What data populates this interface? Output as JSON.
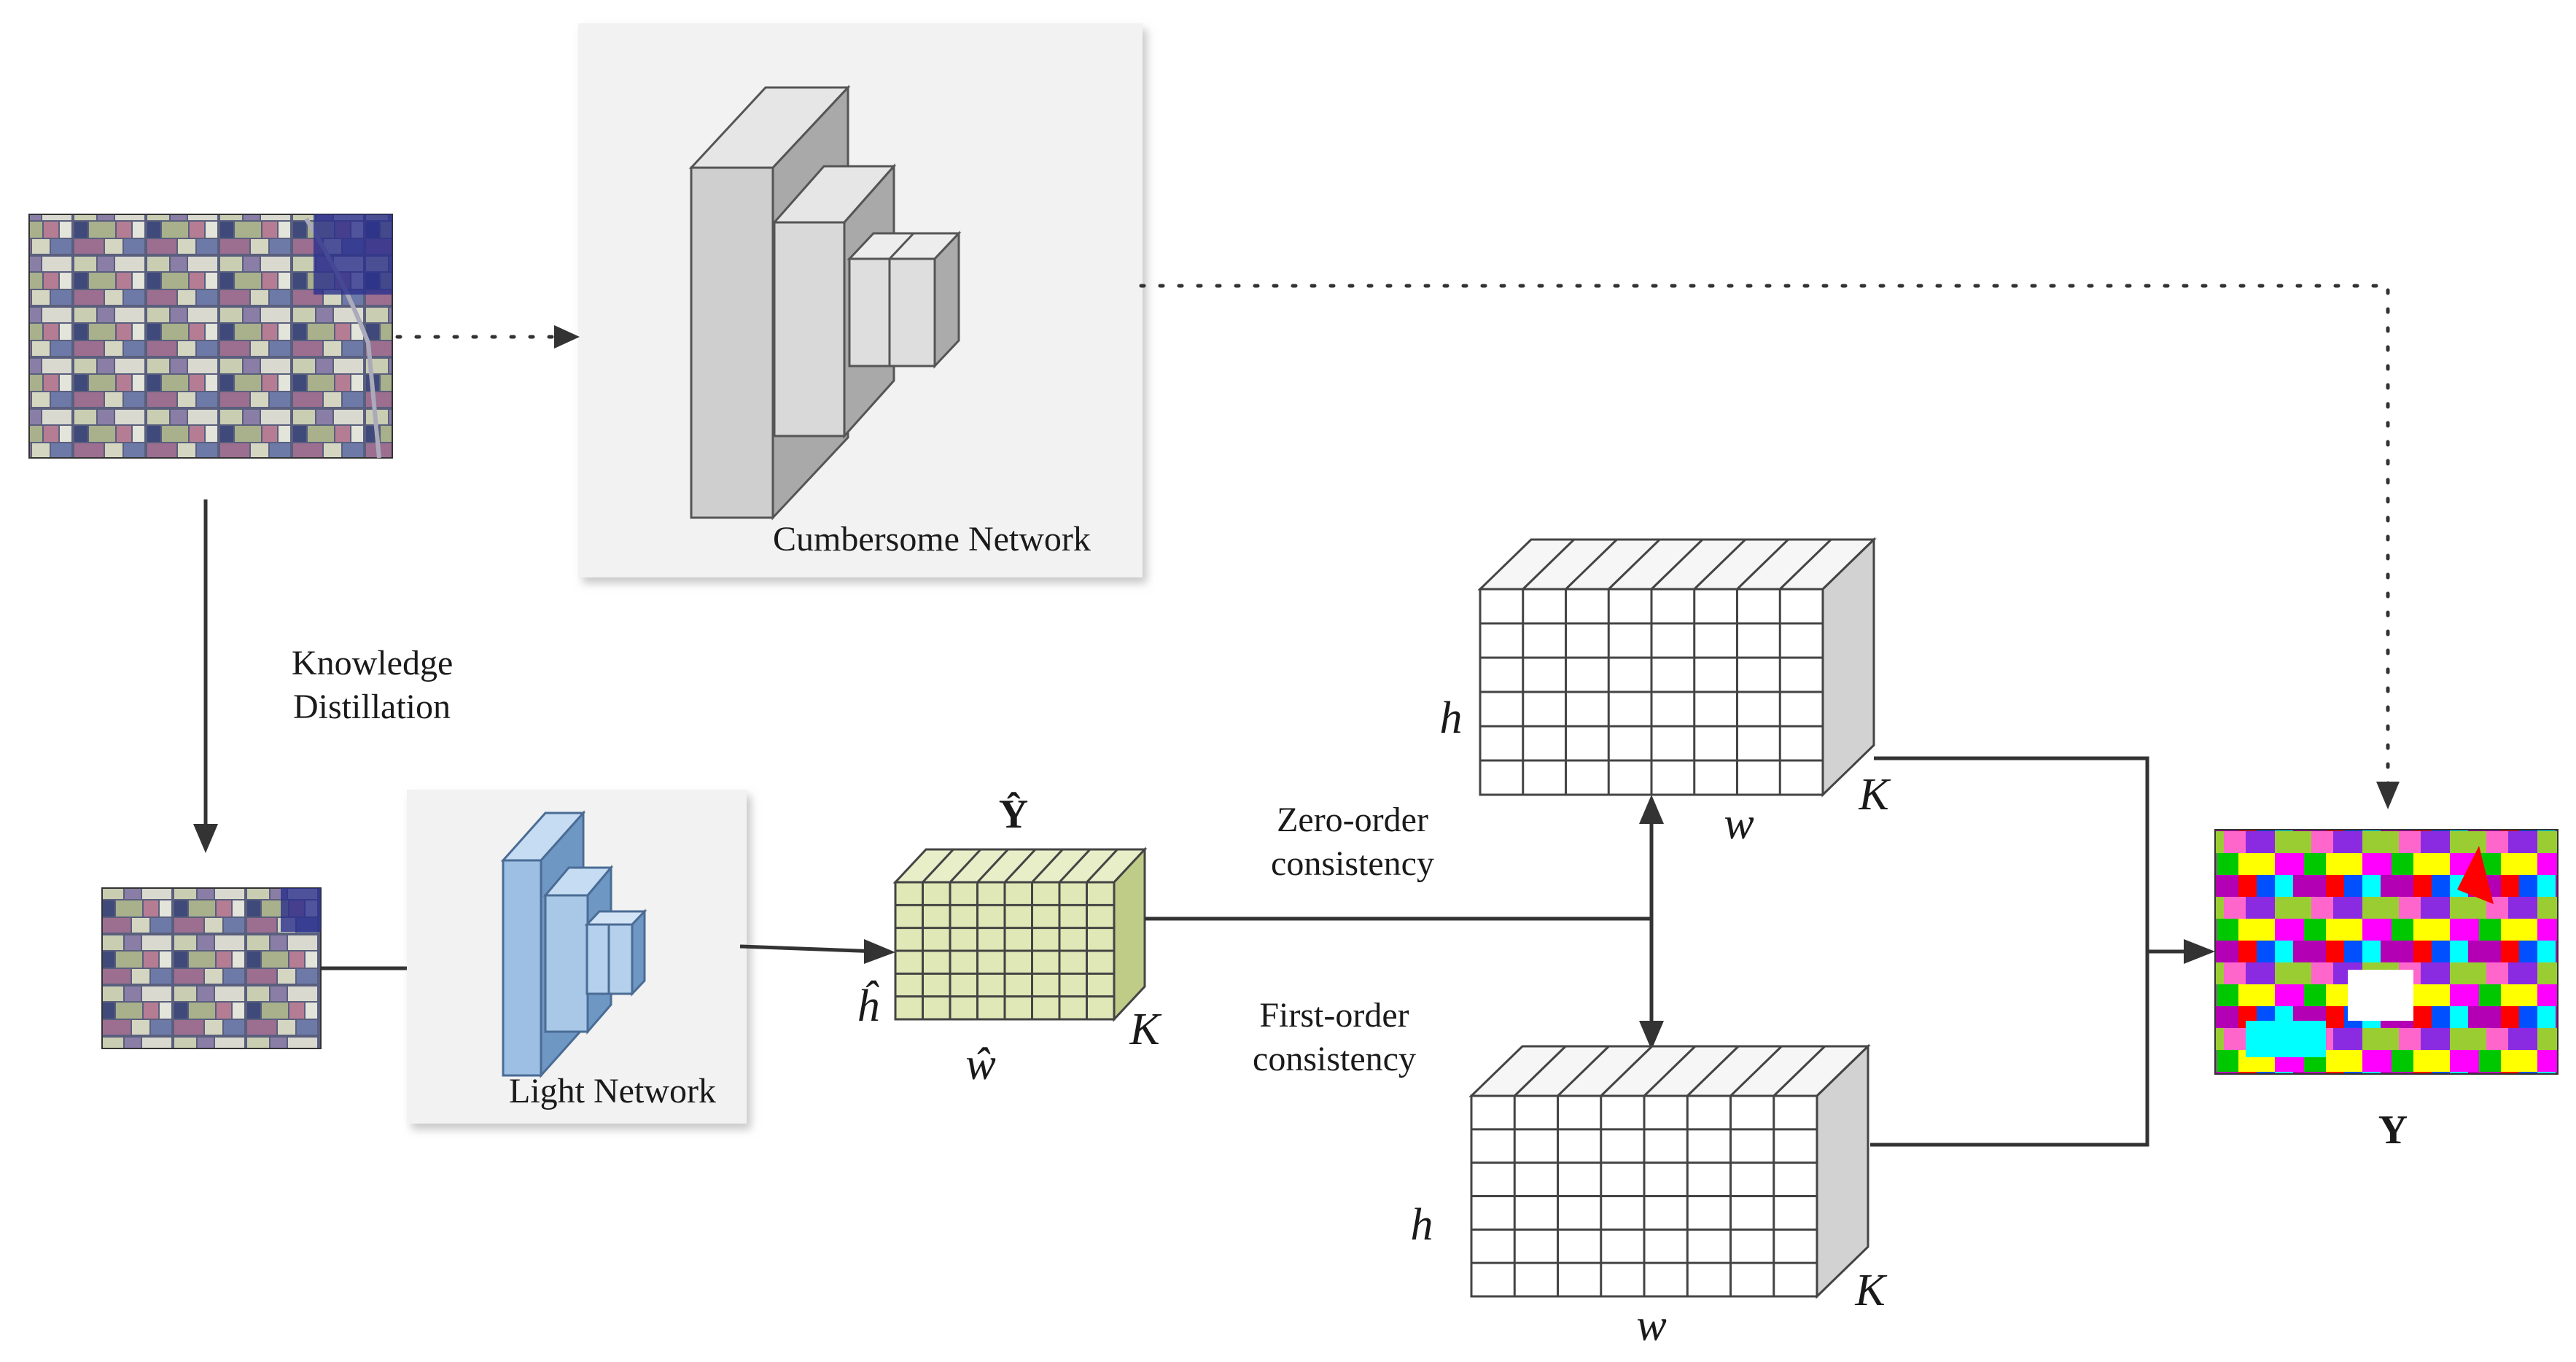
{
  "labels": {
    "cumbersome_network": "Cumbersome Network",
    "light_network": "Light Network",
    "knowledge_line1": "Knowledge",
    "knowledge_line2": "Distillation",
    "zero_order_line1": "Zero-order",
    "zero_order_line2": "consistency",
    "first_order_line1": "First-order",
    "first_order_line2": "consistency",
    "y_hat": "Ŷ",
    "h_hat": "ĥ",
    "w_hat": "ŵ",
    "k_small": "K",
    "h_top": "h",
    "w_top": "w",
    "k_top": "K",
    "h_bottom": "h",
    "w_bottom": "w",
    "k_bottom": "K",
    "y_output": "Y"
  },
  "colors": {
    "teacher_block": "#d6d6d6",
    "student_block": "#9dbfe3",
    "prediction_tensor": "#dfe8b6",
    "feature_tensor": "#ffffff",
    "panel": "#f2f2f2",
    "line": "#3a3a3a"
  },
  "icons": {
    "input_image": "aerial-image-icon",
    "downsampled_image": "aerial-image-small-icon",
    "output_map": "classification-map-icon"
  }
}
